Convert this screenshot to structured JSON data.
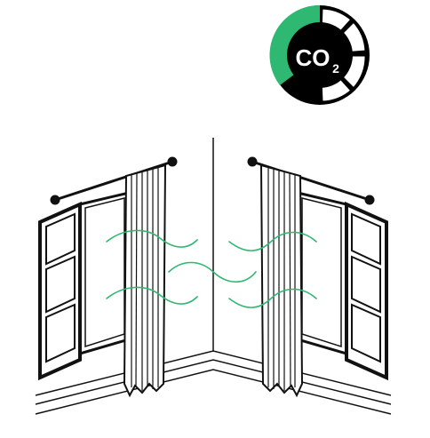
{
  "badge": {
    "co_text": "CO",
    "subscript": "2",
    "level_fraction": 0.25,
    "colors": {
      "fill": "#000000",
      "accent": "#2eb872",
      "segment_stroke": "#000000",
      "empty": "#ffffff",
      "text": "#ffffff"
    },
    "icon": "co2-gauge-icon"
  },
  "illustration": {
    "subject": "room-corner-two-open-windows-with-curtains",
    "airflow_color": "#2eb872",
    "line_color": "#111111"
  }
}
